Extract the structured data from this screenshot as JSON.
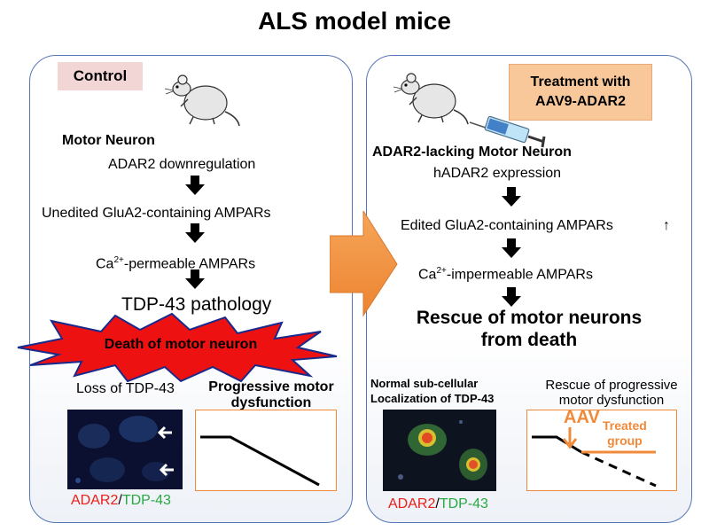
{
  "title": "ALS model mice",
  "left": {
    "badge": "Control",
    "motor_neuron": "Motor Neuron",
    "steps": [
      "ADAR2 downregulation",
      "Unedited GluA2-containing AMPARs"
    ],
    "ca_prefix": "Ca",
    "ca_sup": "2+",
    "ca_suffix": "-permeable AMPARs",
    "pathology": "TDP-43 pathology",
    "death": "Death of motor neuron",
    "loss_label": "Loss  of TDP-43",
    "progressive_line1": "Progressive motor",
    "progressive_line2": "dysfunction",
    "stain_red": "ADAR2",
    "stain_sep": "/",
    "stain_green": "TDP-43"
  },
  "right": {
    "badge_line1": "Treatment with",
    "badge_line2": "AAV9-ADAR2",
    "neuron_title": "ADAR2-lacking Motor Neuron",
    "expression": "hADAR2 expression",
    "edited": "Edited GluA2-containing AMPARs",
    "up_arrow": "↑",
    "ca_prefix": "Ca",
    "ca_sup": "2+",
    "ca_suffix": "-impermeable AMPARs",
    "rescue_line1": "Rescue of motor neurons",
    "rescue_line2": "from death",
    "normal_line1": "Normal sub-cellular",
    "normal_line2": "Localization of TDP-43",
    "rescue_prog_line1": "Rescue of  progressive",
    "rescue_prog_line2": "motor dysfunction",
    "aav": "AAV",
    "treated_line1": "Treated",
    "treated_line2": "group",
    "stain_red": "ADAR2",
    "stain_sep": "/",
    "stain_green": "TDP-43"
  },
  "colors": {
    "panel_border": "#5577b8",
    "control_badge": "#f2d6d6",
    "treatment_badge": "#f8c89a",
    "orange": "#f08a3a",
    "death_fill": "#ee1111",
    "stain_red": "#e8201a",
    "stain_green": "#2aa845"
  }
}
